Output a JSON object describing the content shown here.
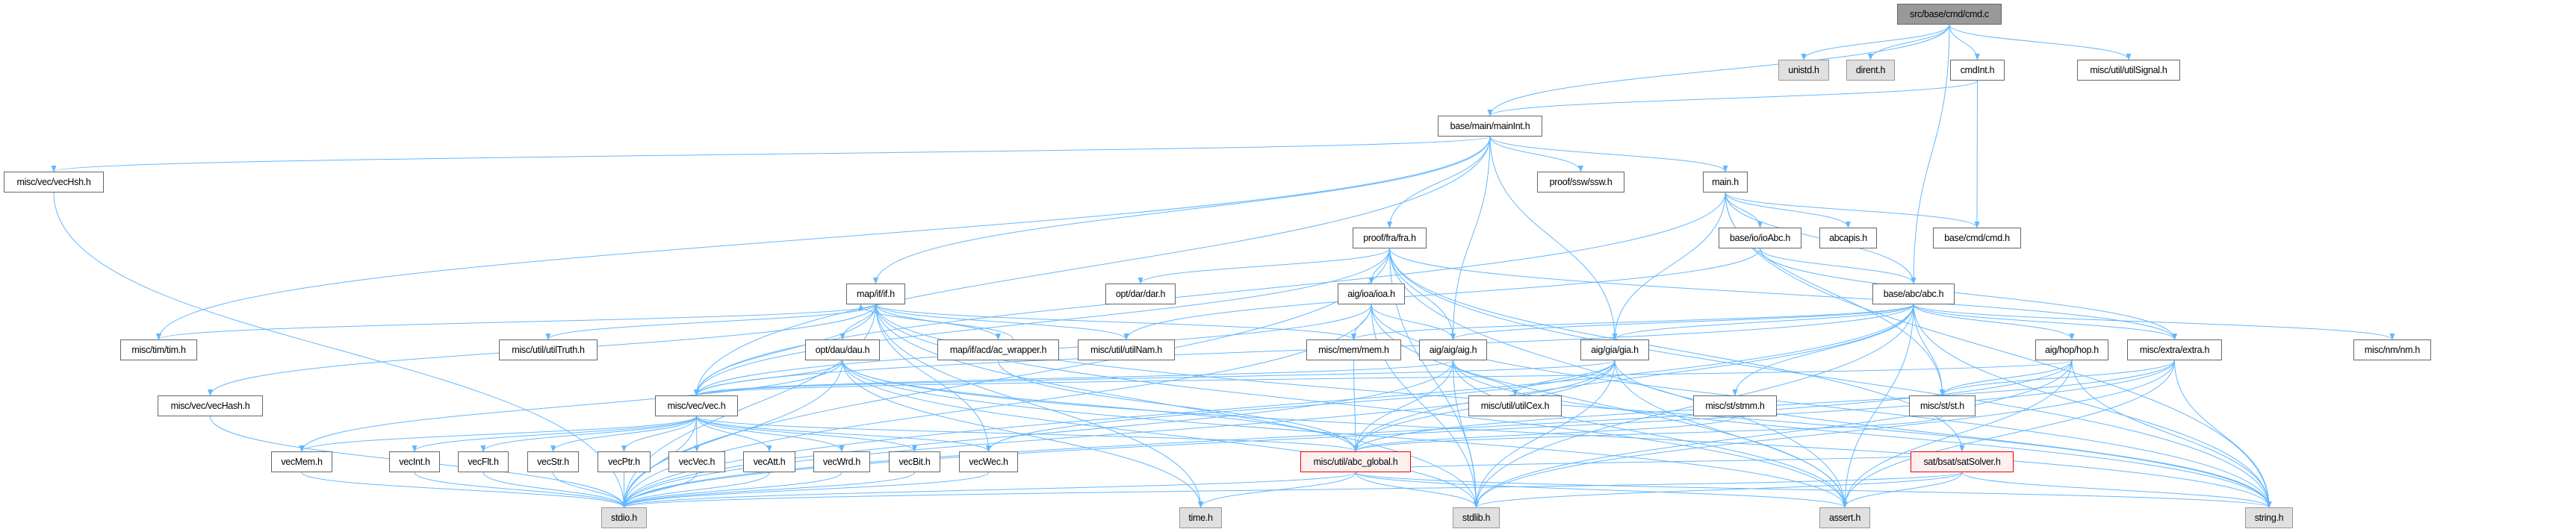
{
  "graph": {
    "title": "src/base/cmd/cmd.c",
    "edge_color": "#63b8ff",
    "nodes": [
      {
        "id": "cmdc",
        "label": "src/base/cmd/cmd.c",
        "style": "root"
      },
      {
        "id": "unistd",
        "label": "unistd.h",
        "style": "sys"
      },
      {
        "id": "dirent",
        "label": "dirent.h",
        "style": "sys"
      },
      {
        "id": "cmdInt",
        "label": "cmdInt.h",
        "style": "normal"
      },
      {
        "id": "utilSignal",
        "label": "misc/util/utilSignal.h",
        "style": "normal"
      },
      {
        "id": "mainInt",
        "label": "base/main/mainInt.h",
        "style": "normal"
      },
      {
        "id": "vecHsh",
        "label": "misc/vec/vecHsh.h",
        "style": "normal"
      },
      {
        "id": "ssw",
        "label": "proof/ssw/ssw.h",
        "style": "normal"
      },
      {
        "id": "mainh",
        "label": "main.h",
        "style": "normal"
      },
      {
        "id": "fra",
        "label": "proof/fra/fra.h",
        "style": "normal"
      },
      {
        "id": "ioAbc",
        "label": "base/io/ioAbc.h",
        "style": "normal"
      },
      {
        "id": "abcapis",
        "label": "abcapis.h",
        "style": "normal"
      },
      {
        "id": "cmdh",
        "label": "base/cmd/cmd.h",
        "style": "normal"
      },
      {
        "id": "ifh",
        "label": "map/if/if.h",
        "style": "normal"
      },
      {
        "id": "dar",
        "label": "opt/dar/dar.h",
        "style": "normal"
      },
      {
        "id": "ioa",
        "label": "aig/ioa/ioa.h",
        "style": "normal"
      },
      {
        "id": "abch",
        "label": "base/abc/abc.h",
        "style": "normal"
      },
      {
        "id": "tim",
        "label": "misc/tim/tim.h",
        "style": "normal"
      },
      {
        "id": "utilTruth",
        "label": "misc/util/utilTruth.h",
        "style": "normal"
      },
      {
        "id": "dau",
        "label": "opt/dau/dau.h",
        "style": "normal"
      },
      {
        "id": "acw",
        "label": "map/if/acd/ac_wrapper.h",
        "style": "normal"
      },
      {
        "id": "utilNam",
        "label": "misc/util/utilNam.h",
        "style": "normal"
      },
      {
        "id": "mem",
        "label": "misc/mem/mem.h",
        "style": "normal"
      },
      {
        "id": "aig",
        "label": "aig/aig/aig.h",
        "style": "normal"
      },
      {
        "id": "gia",
        "label": "aig/gia/gia.h",
        "style": "normal"
      },
      {
        "id": "hop",
        "label": "aig/hop/hop.h",
        "style": "normal"
      },
      {
        "id": "extra",
        "label": "misc/extra/extra.h",
        "style": "normal"
      },
      {
        "id": "nm",
        "label": "misc/nm/nm.h",
        "style": "normal"
      },
      {
        "id": "vecHash",
        "label": "misc/vec/vecHash.h",
        "style": "normal"
      },
      {
        "id": "vec",
        "label": "misc/vec/vec.h",
        "style": "normal"
      },
      {
        "id": "utilCex",
        "label": "misc/util/utilCex.h",
        "style": "normal"
      },
      {
        "id": "stmm",
        "label": "misc/st/stmm.h",
        "style": "normal"
      },
      {
        "id": "st",
        "label": "misc/st/st.h",
        "style": "normal"
      },
      {
        "id": "vecMem",
        "label": "vecMem.h",
        "style": "normal"
      },
      {
        "id": "vecInt",
        "label": "vecInt.h",
        "style": "normal"
      },
      {
        "id": "vecFlt",
        "label": "vecFlt.h",
        "style": "normal"
      },
      {
        "id": "vecStr",
        "label": "vecStr.h",
        "style": "normal"
      },
      {
        "id": "vecPtr",
        "label": "vecPtr.h",
        "style": "normal"
      },
      {
        "id": "vecVec",
        "label": "vecVec.h",
        "style": "normal"
      },
      {
        "id": "vecAtt",
        "label": "vecAtt.h",
        "style": "normal"
      },
      {
        "id": "vecWrd",
        "label": "vecWrd.h",
        "style": "normal"
      },
      {
        "id": "vecBit",
        "label": "vecBit.h",
        "style": "normal"
      },
      {
        "id": "vecWec",
        "label": "vecWec.h",
        "style": "normal"
      },
      {
        "id": "abcGlobal",
        "label": "misc/util/abc_global.h",
        "style": "red"
      },
      {
        "id": "satSolver",
        "label": "sat/bsat/satSolver.h",
        "style": "red"
      },
      {
        "id": "stdio",
        "label": "stdio.h",
        "style": "sys"
      },
      {
        "id": "time",
        "label": "time.h",
        "style": "sys"
      },
      {
        "id": "stdlib",
        "label": "stdlib.h",
        "style": "sys"
      },
      {
        "id": "assert",
        "label": "assert.h",
        "style": "sys"
      },
      {
        "id": "string",
        "label": "string.h",
        "style": "sys"
      }
    ],
    "edges": [
      [
        "cmdc",
        "unistd"
      ],
      [
        "cmdc",
        "dirent"
      ],
      [
        "cmdc",
        "mainInt"
      ],
      [
        "cmdc",
        "cmdInt"
      ],
      [
        "cmdc",
        "abch"
      ],
      [
        "cmdc",
        "utilSignal"
      ],
      [
        "cmdInt",
        "mainInt"
      ],
      [
        "cmdInt",
        "cmdh"
      ],
      [
        "mainInt",
        "vecHsh"
      ],
      [
        "mainInt",
        "ssw"
      ],
      [
        "mainInt",
        "mainh"
      ],
      [
        "mainInt",
        "fra"
      ],
      [
        "mainInt",
        "ifh"
      ],
      [
        "mainInt",
        "aig"
      ],
      [
        "mainInt",
        "gia"
      ],
      [
        "mainInt",
        "tim"
      ],
      [
        "mainInt",
        "vec"
      ],
      [
        "mainh",
        "abch"
      ],
      [
        "mainh",
        "ioAbc"
      ],
      [
        "mainh",
        "abcapis"
      ],
      [
        "mainh",
        "cmdh"
      ],
      [
        "mainh",
        "gia"
      ],
      [
        "mainh",
        "vec"
      ],
      [
        "mainh",
        "st"
      ],
      [
        "mainh",
        "string"
      ],
      [
        "ioAbc",
        "abch"
      ],
      [
        "ioAbc",
        "extra"
      ],
      [
        "ioAbc",
        "utilNam"
      ],
      [
        "fra",
        "dar"
      ],
      [
        "fra",
        "ioa"
      ],
      [
        "fra",
        "aig"
      ],
      [
        "fra",
        "vec"
      ],
      [
        "fra",
        "satSolver"
      ],
      [
        "fra",
        "extra"
      ],
      [
        "fra",
        "stdio"
      ],
      [
        "fra",
        "stdlib"
      ],
      [
        "fra",
        "string"
      ],
      [
        "fra",
        "assert"
      ],
      [
        "ioa",
        "aig"
      ],
      [
        "ioa",
        "mem"
      ],
      [
        "ioa",
        "vec"
      ],
      [
        "ioa",
        "stdio"
      ],
      [
        "ioa",
        "stdlib"
      ],
      [
        "ioa",
        "string"
      ],
      [
        "ioa",
        "assert"
      ],
      [
        "abch",
        "vec"
      ],
      [
        "abch",
        "hop"
      ],
      [
        "abch",
        "extra"
      ],
      [
        "abch",
        "nm"
      ],
      [
        "abch",
        "st"
      ],
      [
        "abch",
        "stmm"
      ],
      [
        "abch",
        "mem"
      ],
      [
        "abch",
        "gia"
      ],
      [
        "abch",
        "aig"
      ],
      [
        "abch",
        "abcGlobal"
      ],
      [
        "abch",
        "stdio"
      ],
      [
        "abch",
        "stdlib"
      ],
      [
        "abch",
        "assert"
      ],
      [
        "abch",
        "string"
      ],
      [
        "ifh",
        "tim"
      ],
      [
        "ifh",
        "utilTruth"
      ],
      [
        "ifh",
        "dau"
      ],
      [
        "ifh",
        "acw"
      ],
      [
        "ifh",
        "utilNam"
      ],
      [
        "ifh",
        "mem"
      ],
      [
        "ifh",
        "vec"
      ],
      [
        "ifh",
        "vecHash"
      ],
      [
        "ifh",
        "vecWec"
      ],
      [
        "ifh",
        "stdio"
      ],
      [
        "ifh",
        "stdlib"
      ],
      [
        "ifh",
        "string"
      ],
      [
        "ifh",
        "assert"
      ],
      [
        "ifh",
        "time"
      ],
      [
        "acw",
        "ifh"
      ],
      [
        "acw",
        "abcGlobal"
      ],
      [
        "dau",
        "vec"
      ],
      [
        "dau",
        "abcGlobal"
      ],
      [
        "dau",
        "vecMem"
      ],
      [
        "dau",
        "stdio"
      ],
      [
        "dau",
        "stdlib"
      ],
      [
        "dau",
        "string"
      ],
      [
        "dau",
        "assert"
      ],
      [
        "dau",
        "time"
      ],
      [
        "aig",
        "vec"
      ],
      [
        "aig",
        "utilCex"
      ],
      [
        "aig",
        "abcGlobal"
      ],
      [
        "aig",
        "stdio"
      ],
      [
        "aig",
        "stdlib"
      ],
      [
        "aig",
        "string"
      ],
      [
        "aig",
        "assert"
      ],
      [
        "gia",
        "vec"
      ],
      [
        "gia",
        "utilCex"
      ],
      [
        "gia",
        "abcGlobal"
      ],
      [
        "gia",
        "vecWec"
      ],
      [
        "gia",
        "stdio"
      ],
      [
        "gia",
        "stdlib"
      ],
      [
        "gia",
        "string"
      ],
      [
        "gia",
        "assert"
      ],
      [
        "hop",
        "vec"
      ],
      [
        "hop",
        "st"
      ],
      [
        "hop",
        "stdio"
      ],
      [
        "hop",
        "stdlib"
      ],
      [
        "hop",
        "string"
      ],
      [
        "hop",
        "assert"
      ],
      [
        "extra",
        "st"
      ],
      [
        "extra",
        "abcGlobal"
      ],
      [
        "extra",
        "stdio"
      ],
      [
        "extra",
        "stdlib"
      ],
      [
        "extra",
        "string"
      ],
      [
        "extra",
        "assert"
      ],
      [
        "mem",
        "abcGlobal"
      ],
      [
        "stmm",
        "abcGlobal"
      ],
      [
        "st",
        "abcGlobal"
      ],
      [
        "vec",
        "vecMem"
      ],
      [
        "vec",
        "vecInt"
      ],
      [
        "vec",
        "vecFlt"
      ],
      [
        "vec",
        "vecStr"
      ],
      [
        "vec",
        "vecPtr"
      ],
      [
        "vec",
        "vecVec"
      ],
      [
        "vec",
        "vecAtt"
      ],
      [
        "vec",
        "vecWrd"
      ],
      [
        "vec",
        "vecBit"
      ],
      [
        "vec",
        "vecWec"
      ],
      [
        "vec",
        "abcGlobal"
      ],
      [
        "vec",
        "stdio"
      ],
      [
        "vecHsh",
        "stdio"
      ],
      [
        "vecHash",
        "stdio"
      ],
      [
        "vecMem",
        "stdio"
      ],
      [
        "vecInt",
        "stdio"
      ],
      [
        "vecFlt",
        "stdio"
      ],
      [
        "vecStr",
        "stdio"
      ],
      [
        "vecPtr",
        "stdio"
      ],
      [
        "vecVec",
        "stdio"
      ],
      [
        "vecAtt",
        "stdio"
      ],
      [
        "vecWrd",
        "stdio"
      ],
      [
        "vecBit",
        "stdio"
      ],
      [
        "vecWec",
        "stdio"
      ],
      [
        "abcGlobal",
        "time"
      ],
      [
        "abcGlobal",
        "stdio"
      ],
      [
        "abcGlobal",
        "stdlib"
      ],
      [
        "abcGlobal",
        "assert"
      ],
      [
        "abcGlobal",
        "string"
      ],
      [
        "satSolver",
        "stdio"
      ],
      [
        "satSolver",
        "stdlib"
      ],
      [
        "satSolver",
        "assert"
      ],
      [
        "satSolver",
        "string"
      ],
      [
        "satSolver",
        "abcGlobal"
      ]
    ]
  }
}
